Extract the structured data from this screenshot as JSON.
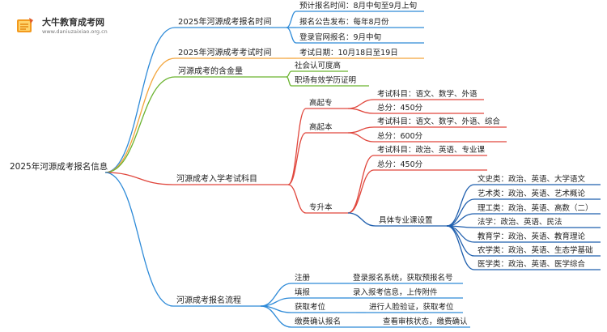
{
  "logo": {
    "name": "大牛教育成考网",
    "url": "www.daniuzaixiao.org.cn"
  },
  "colors": {
    "blue": "#2d8ad8",
    "orange": "#f3a43a",
    "green": "#6ab32f",
    "red": "#e0463c",
    "purple": "#8a5cc6",
    "darkblue": "#1f5fae"
  },
  "root": "2025年河源成考报名信息",
  "branches": [
    {
      "label": "2025年河源成考报名时间",
      "color": "blue",
      "children": [
        {
          "label": "预计报名时间：8月中旬至9月上旬"
        },
        {
          "label": "报名公告发布：每年8月份"
        },
        {
          "label": "登录官网报名：9月中旬"
        }
      ]
    },
    {
      "label": "2025年河源成考考试时间",
      "color": "orange",
      "children": [
        {
          "label": "考试日期：10月18日至19日"
        }
      ]
    },
    {
      "label": "河源成考的含金量",
      "color": "green",
      "children": [
        {
          "label": "社会认可度高"
        },
        {
          "label": "职场有效学历证明"
        }
      ]
    },
    {
      "label": "河源成考入学考试科目",
      "color": "red",
      "children": [
        {
          "label": "高起专",
          "children": [
            {
              "label": "考试科目：语文、数学、外语"
            },
            {
              "label": "总分：450分"
            }
          ]
        },
        {
          "label": "高起本",
          "children": [
            {
              "label": "考试科目：语文、数学、外语、综合"
            },
            {
              "label": "总分：600分"
            }
          ]
        },
        {
          "label": "专升本",
          "children": [
            {
              "label": "考试科目：政治、英语、专业课"
            },
            {
              "label": "总分：450分"
            },
            {
              "label": "具体专业课设置",
              "children": [
                {
                  "label": "文史类：政治、英语、大学语文"
                },
                {
                  "label": "艺术类：政治、英语、艺术概论"
                },
                {
                  "label": "理工类：政治、英语、高数（二）"
                },
                {
                  "label": "法学：政治、英语、民法"
                },
                {
                  "label": "教育学：政治、英语、教育理论"
                },
                {
                  "label": "农学类：政治、英语、生态学基础"
                },
                {
                  "label": "医学类：政治、英语、医学综合"
                }
              ]
            }
          ]
        }
      ]
    },
    {
      "label": "河源成考报名流程",
      "color": "blue",
      "children": [
        {
          "label": "注册",
          "children": [
            {
              "label": "登录报名系统，获取预报名号"
            }
          ]
        },
        {
          "label": "填报",
          "children": [
            {
              "label": "录入报考信息，上传附件"
            }
          ]
        },
        {
          "label": "获取考位",
          "children": [
            {
              "label": "进行人脸验证，获取考位"
            }
          ]
        },
        {
          "label": "缴费确认报名",
          "children": [
            {
              "label": "查看审核状态，缴费确认"
            }
          ]
        }
      ]
    }
  ]
}
